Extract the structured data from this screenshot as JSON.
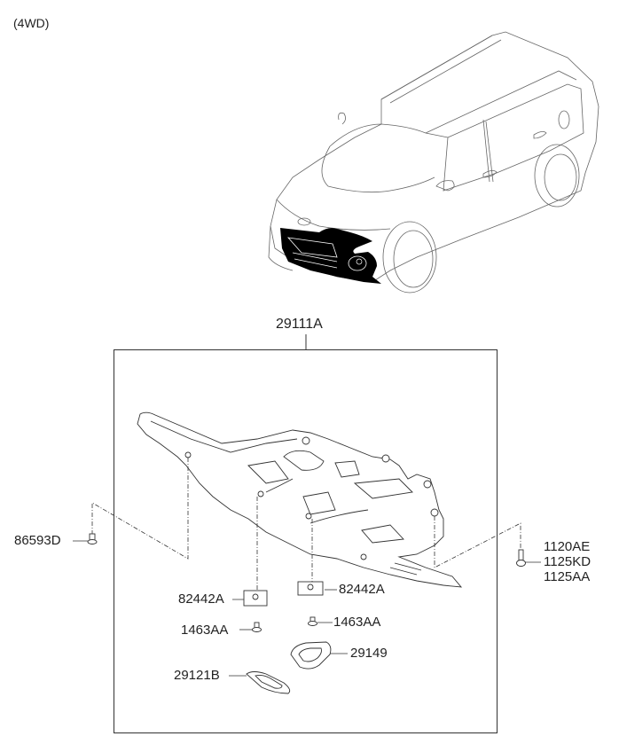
{
  "diagram": {
    "variant_label": "(4WD)",
    "assembly_label": "29111A",
    "parts": {
      "clip_left": "86593D",
      "bolts_right": [
        "1120AE",
        "1125KD",
        "1125AA"
      ],
      "nut_left": "82442A",
      "nut_right": "82442A",
      "screw_left": "1463AA",
      "screw_right": "1463AA",
      "cover_right": "29149",
      "cover_left": "29121B"
    },
    "highlight_color": "#000000",
    "line_color": "#333333"
  }
}
